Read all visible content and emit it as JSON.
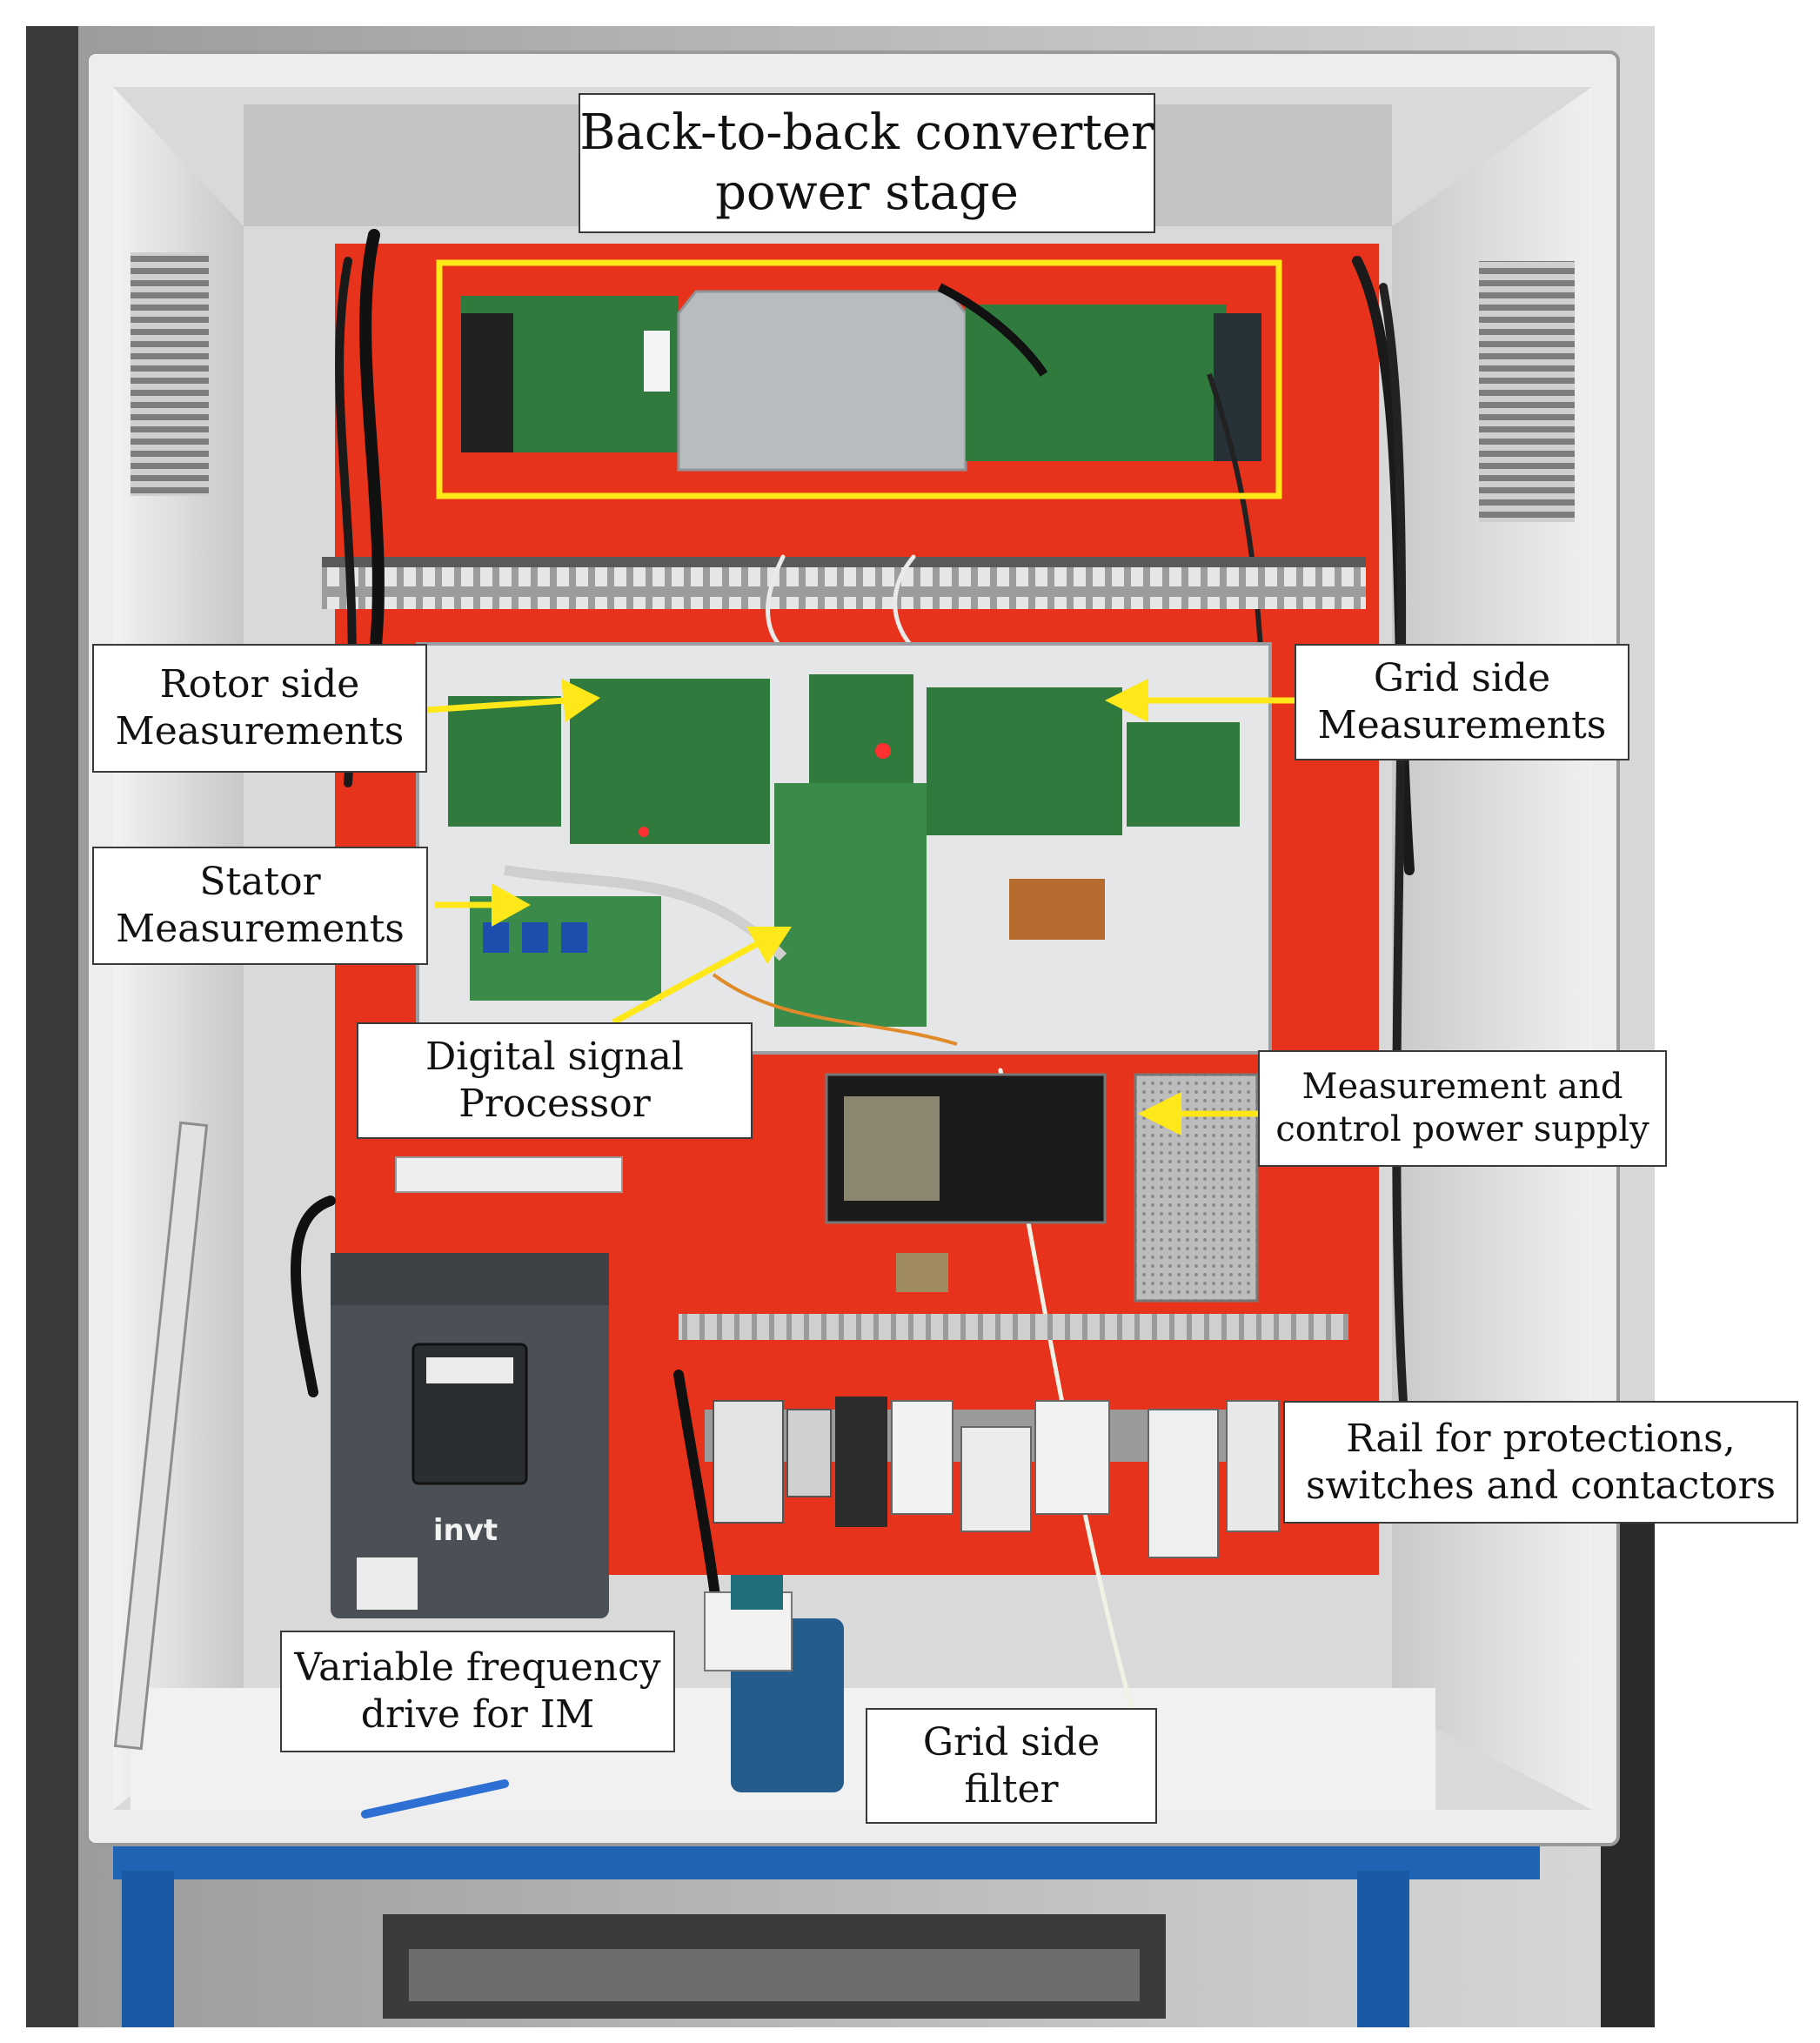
{
  "image": {
    "description_colors": {
      "panel_red": "#e8331c",
      "cabinet_white": "#e6e6e6",
      "cabinet_shadow": "#b9b9b9",
      "frame_blue": "#1e63b4",
      "callout_yellow": "#ffe81a",
      "pcb_green": "#2f7a3c",
      "vfd_grey": "#4a5055"
    },
    "brand_text": "invt"
  },
  "labels": {
    "power_stage": {
      "line1": "Back-to-back converter",
      "line2": "power stage"
    },
    "rotor": {
      "line1": "Rotor side",
      "line2": "Measurements"
    },
    "grid_meas": {
      "line1": "Grid side",
      "line2": "Measurements"
    },
    "stator": {
      "line1": "Stator",
      "line2": "Measurements"
    },
    "dsp": {
      "line1": "Digital signal",
      "line2": "Processor"
    },
    "psu": {
      "line1": "Measurement and",
      "line2": "control power supply"
    },
    "rail": {
      "line1": "Rail for protections,",
      "line2": "switches and contactors"
    },
    "vfd": {
      "line1": "Variable frequency",
      "line2": "drive for IM"
    },
    "filter": {
      "line1": "Grid side",
      "line2": "filter"
    }
  }
}
